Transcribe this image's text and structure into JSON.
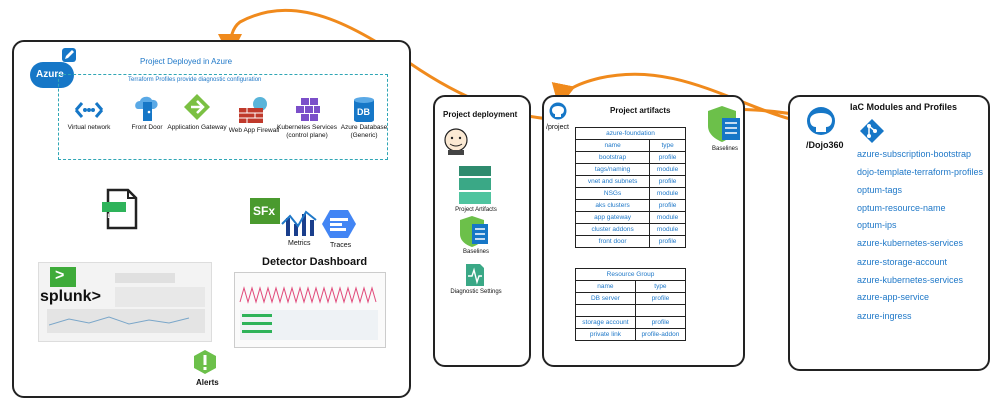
{
  "azure": {
    "label": "Azure",
    "title": "Project Deployed in Azure",
    "subtitle": "Terraform Profiles provide diagnostic configuration",
    "services": [
      {
        "label": "Virtual network",
        "icon": "virtual-network-icon"
      },
      {
        "label": "Front Door",
        "icon": "front-door-icon"
      },
      {
        "label": "Application Gateway",
        "icon": "application-gateway-icon"
      },
      {
        "label": "Web App Firewall",
        "icon": "firewall-icon"
      },
      {
        "label": "Kubernetes Services (control plane)",
        "icon": "kubernetes-icon"
      },
      {
        "label": "Azure Database (Generic)",
        "icon": "database-icon"
      }
    ],
    "log_label": "LOG",
    "splunk_label": "splunk>",
    "sfx_label": "SFx",
    "metrics_label": "Metrics",
    "traces_label": "Traces",
    "detector_title": "Detector Dashboard",
    "alerts_label": "Alerts"
  },
  "deployment": {
    "title": "Project deployment",
    "items": [
      {
        "label": "Project Artifacts",
        "icon": "stack-icon"
      },
      {
        "label": "Baselines",
        "icon": "baseline-icon"
      },
      {
        "label": "Diagnostic Settings",
        "icon": "diagnostic-icon"
      }
    ]
  },
  "artifacts": {
    "title": "Project artifacts",
    "project_label": "/project",
    "baselines_label": "Baselines",
    "table1": {
      "title": "azure-foundation",
      "header": [
        "name",
        "type"
      ],
      "rows": [
        [
          "bootstrap",
          "profile"
        ],
        [
          "tags/naming",
          "module"
        ],
        [
          "vnet and subnets",
          "profile"
        ],
        [
          "NSGs",
          "module"
        ],
        [
          "aks clusters",
          "profile"
        ],
        [
          "app gateway",
          "module"
        ],
        [
          "cluster addons",
          "module"
        ],
        [
          "front door",
          "profile"
        ]
      ]
    },
    "table2": {
      "title": "Resource Group",
      "header": [
        "name",
        "type"
      ],
      "rows": [
        [
          "DB server",
          "profile"
        ],
        [
          "",
          ""
        ],
        [
          "storage account",
          "profile"
        ],
        [
          "private link",
          "profile-addon"
        ]
      ]
    }
  },
  "iac": {
    "title": "IaC Modules and Profiles",
    "repo_label": "/Dojo360",
    "modules": [
      "azure-subscription-bootstrap",
      "dojo-template-terraform-profiles",
      "optum-tags",
      "optum-resource-name",
      "optum-ips",
      "azure-kubernetes-services",
      "azure-storage-account",
      "azure-kubernetes-services",
      "azure-app-service",
      "azure-ingress"
    ]
  },
  "colors": {
    "arrow": "#f08a1c",
    "azure_blue": "#1677c7",
    "link_blue": "#1f78c8",
    "teal_dash": "#2fa6b5",
    "green": "#2eb35a"
  }
}
